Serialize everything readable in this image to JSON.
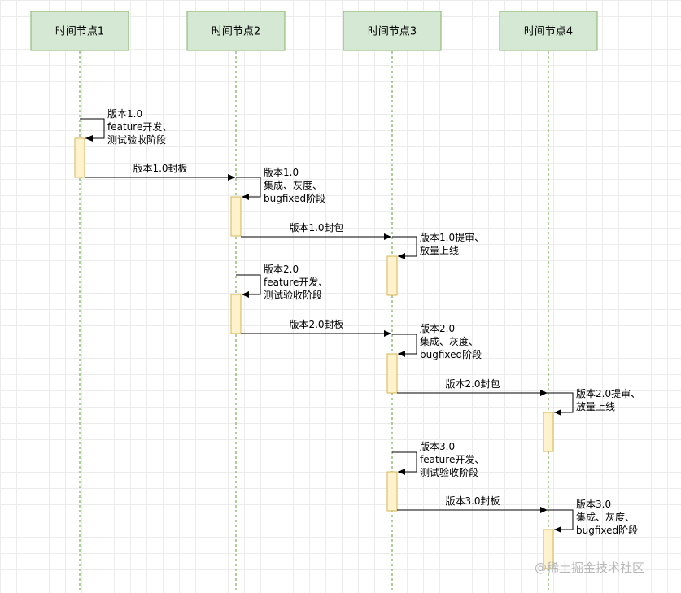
{
  "lifelines": [
    {
      "id": "n1",
      "title": "时间节点1"
    },
    {
      "id": "n2",
      "title": "时间节点2"
    },
    {
      "id": "n3",
      "title": "时间节点3"
    },
    {
      "id": "n4",
      "title": "时间节点4"
    }
  ],
  "self_messages": [
    {
      "id": "s1",
      "lifeline": 0,
      "lines": [
        "版本1.0",
        "feature开发、",
        "测试验收阶段"
      ]
    },
    {
      "id": "s2",
      "lifeline": 1,
      "lines": [
        "版本1.0",
        "集成、灰度、",
        "bugfixed阶段"
      ]
    },
    {
      "id": "s3",
      "lifeline": 2,
      "lines": [
        "版本1.0提审、",
        "放量上线"
      ]
    },
    {
      "id": "s4",
      "lifeline": 1,
      "lines": [
        "版本2.0",
        "feature开发、",
        "测试验收阶段"
      ]
    },
    {
      "id": "s5",
      "lifeline": 2,
      "lines": [
        "版本2.0",
        "集成、灰度、",
        "bugfixed阶段"
      ]
    },
    {
      "id": "s6",
      "lifeline": 3,
      "lines": [
        "版本2.0提审、",
        "放量上线"
      ]
    },
    {
      "id": "s7",
      "lifeline": 2,
      "lines": [
        "版本3.0",
        "feature开发、",
        "测试验收阶段"
      ]
    },
    {
      "id": "s8",
      "lifeline": 3,
      "lines": [
        "版本3.0",
        "集成、灰度、",
        "bugfixed阶段"
      ]
    }
  ],
  "messages": [
    {
      "id": "m1",
      "from": 0,
      "to": 1,
      "label": "版本1.0封板"
    },
    {
      "id": "m2",
      "from": 1,
      "to": 2,
      "label": "版本1.0封包"
    },
    {
      "id": "m3",
      "from": 1,
      "to": 2,
      "label": "版本2.0封板"
    },
    {
      "id": "m4",
      "from": 2,
      "to": 3,
      "label": "版本2.0封包"
    },
    {
      "id": "m5",
      "from": 2,
      "to": 3,
      "label": "版本3.0封板"
    }
  ],
  "watermark": "@稀土掘金技术社区",
  "colors": {
    "lifeline_fill": "#d5e8d4",
    "lifeline_stroke": "#82b366",
    "activation_fill": "#fff2cc",
    "activation_stroke": "#d6b656"
  }
}
